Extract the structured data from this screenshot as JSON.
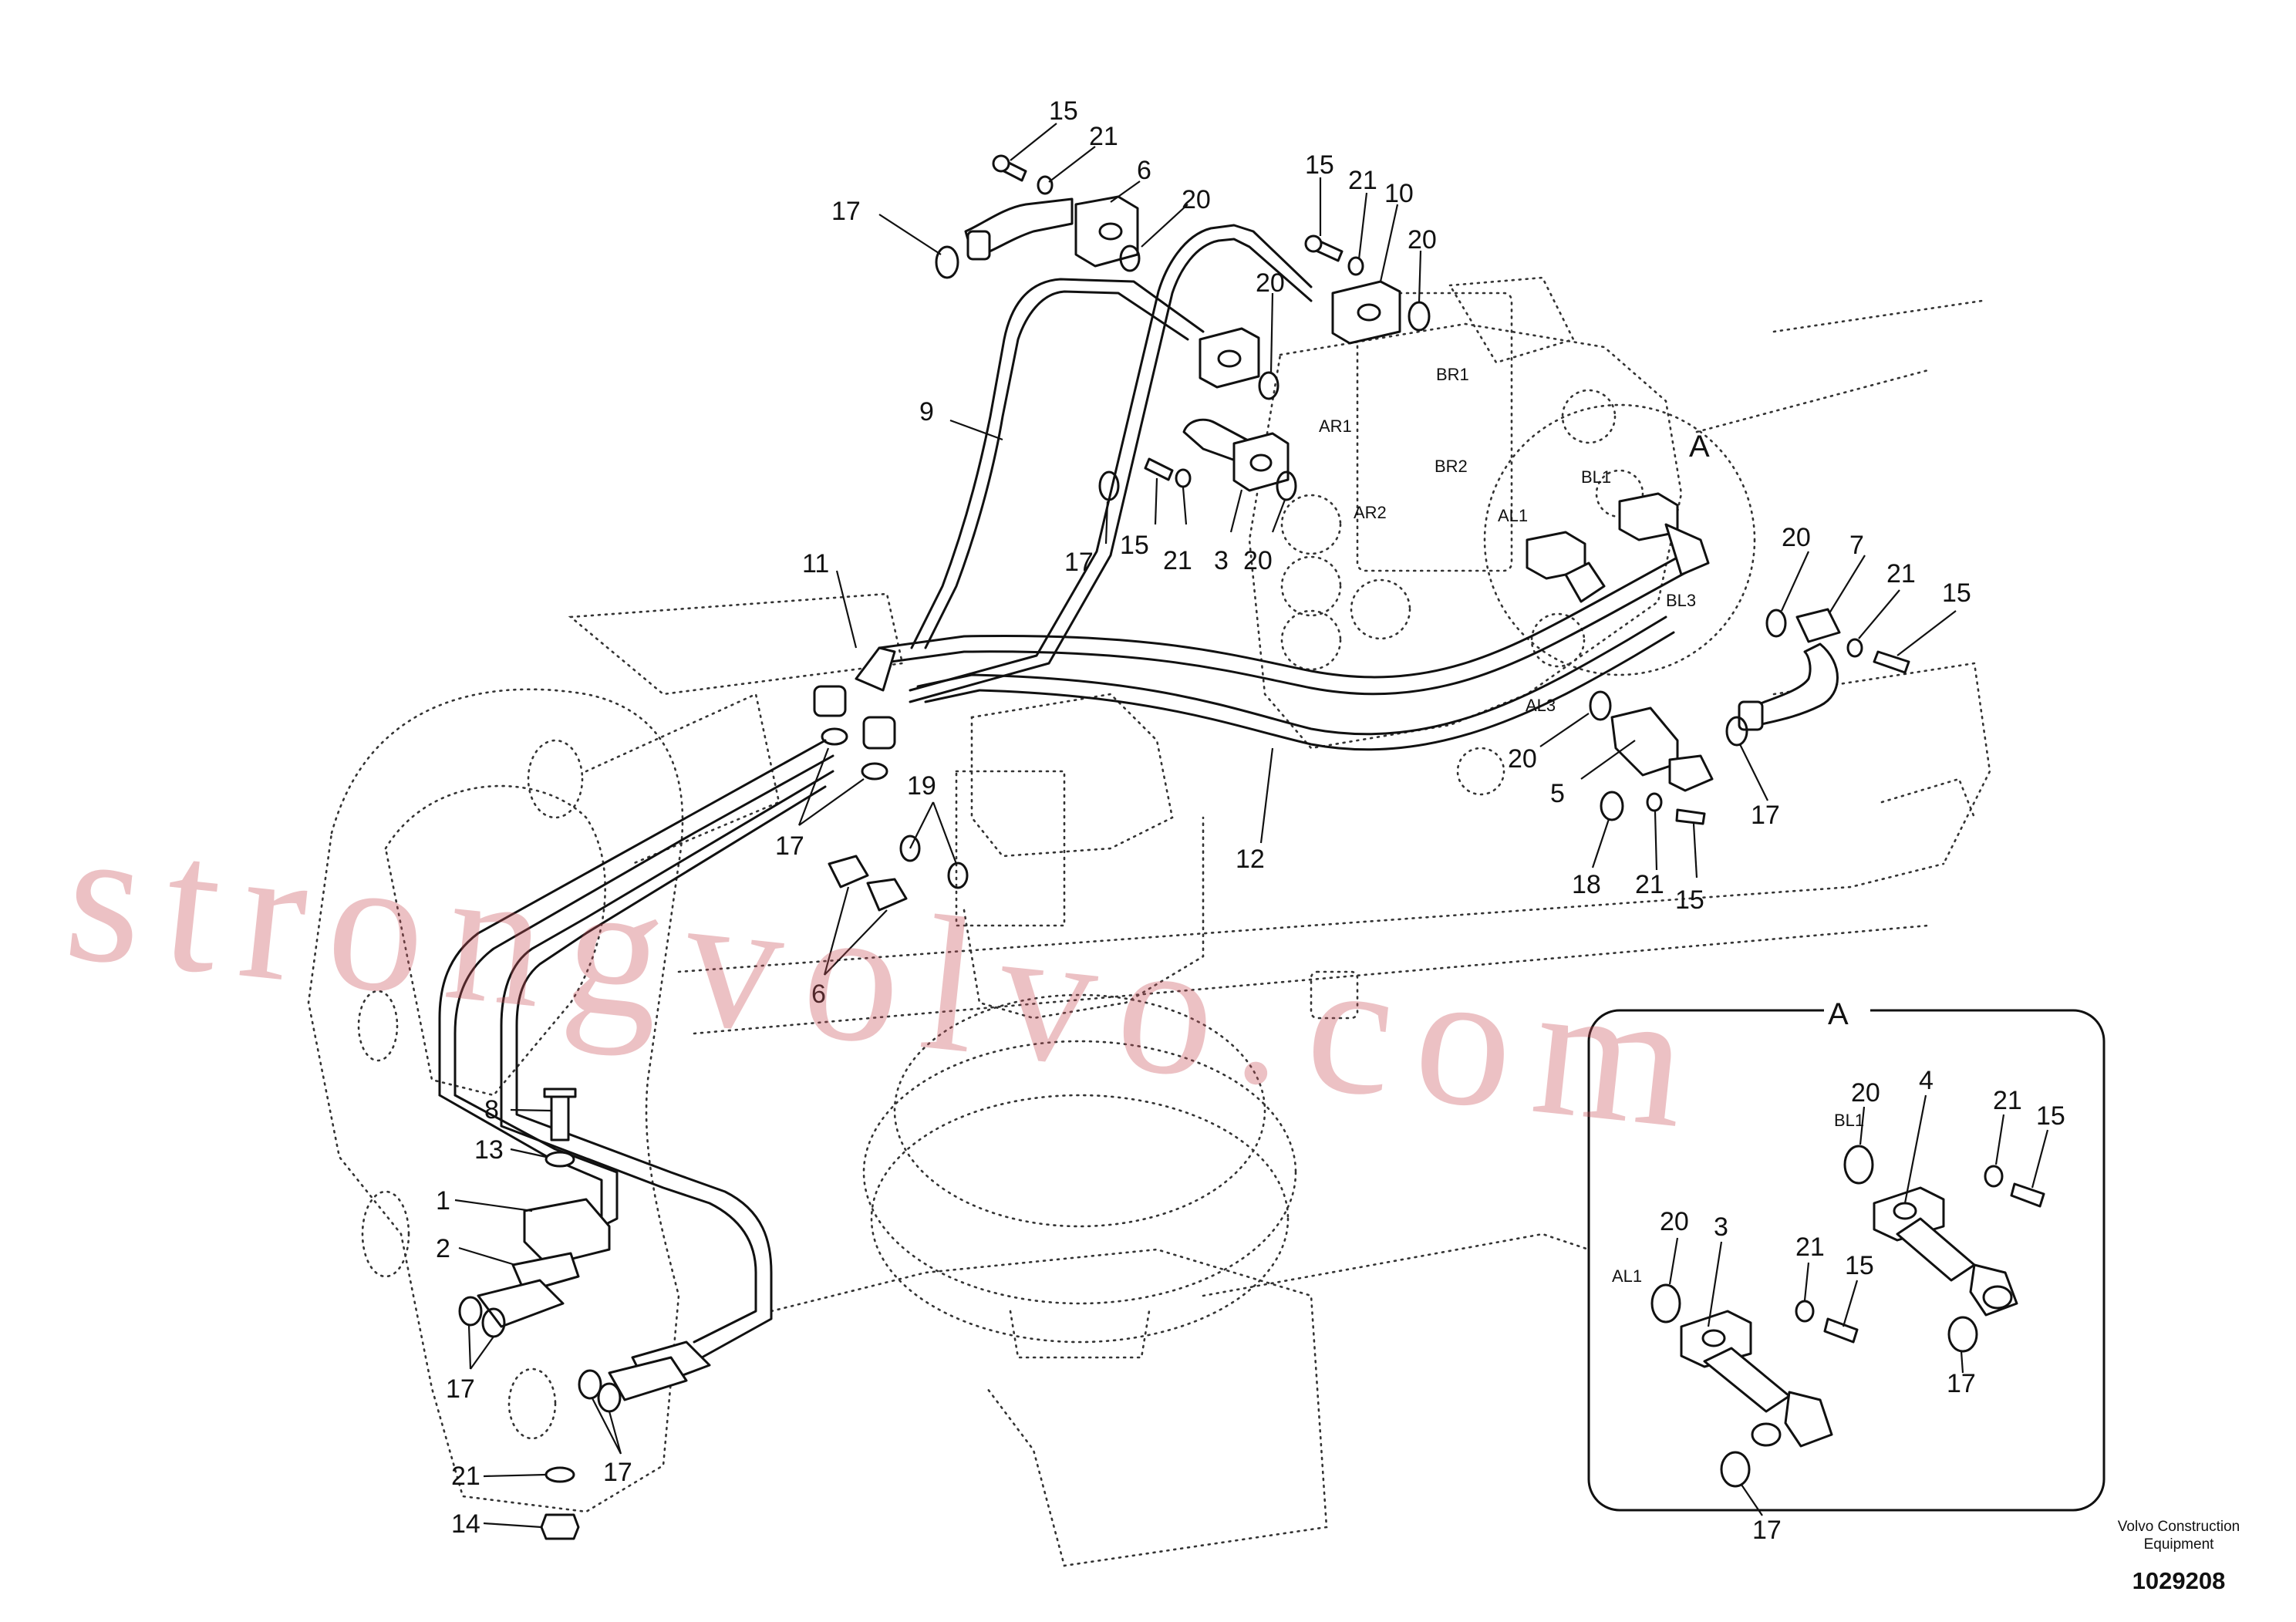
{
  "callouts": [
    {
      "id": "c1",
      "label": "15"
    },
    {
      "id": "c2",
      "label": "21"
    },
    {
      "id": "c3",
      "label": "6"
    },
    {
      "id": "c4",
      "label": "17"
    },
    {
      "id": "c5",
      "label": "20"
    },
    {
      "id": "c6",
      "label": "15"
    },
    {
      "id": "c7",
      "label": "21"
    },
    {
      "id": "c8",
      "label": "10"
    },
    {
      "id": "c9",
      "label": "20"
    },
    {
      "id": "c10",
      "label": "20"
    },
    {
      "id": "c11",
      "label": "9"
    },
    {
      "id": "c12",
      "label": "17"
    },
    {
      "id": "c13",
      "label": "15"
    },
    {
      "id": "c14",
      "label": "21"
    },
    {
      "id": "c15",
      "label": "3"
    },
    {
      "id": "c16",
      "label": "20"
    },
    {
      "id": "c17",
      "label": "11"
    },
    {
      "id": "c18",
      "label": "20"
    },
    {
      "id": "c19",
      "label": "7"
    },
    {
      "id": "c20",
      "label": "21"
    },
    {
      "id": "c21",
      "label": "15"
    },
    {
      "id": "c22",
      "label": "20"
    },
    {
      "id": "c23",
      "label": "5"
    },
    {
      "id": "c24",
      "label": "17"
    },
    {
      "id": "c25",
      "label": "12"
    },
    {
      "id": "c26",
      "label": "18"
    },
    {
      "id": "c27",
      "label": "21"
    },
    {
      "id": "c28",
      "label": "15"
    },
    {
      "id": "c29",
      "label": "19"
    },
    {
      "id": "c30",
      "label": "17"
    },
    {
      "id": "c31",
      "label": "6"
    },
    {
      "id": "c32",
      "label": "8"
    },
    {
      "id": "c33",
      "label": "13"
    },
    {
      "id": "c34",
      "label": "1"
    },
    {
      "id": "c35",
      "label": "2"
    },
    {
      "id": "c36",
      "label": "17"
    },
    {
      "id": "c37",
      "label": "17"
    },
    {
      "id": "c38",
      "label": "21"
    },
    {
      "id": "c39",
      "label": "14"
    },
    {
      "id": "c40",
      "label": "20"
    },
    {
      "id": "c41",
      "label": "4"
    },
    {
      "id": "c42",
      "label": "21"
    },
    {
      "id": "c43",
      "label": "15"
    },
    {
      "id": "c44",
      "label": "20"
    },
    {
      "id": "c45",
      "label": "3"
    },
    {
      "id": "c46",
      "label": "21"
    },
    {
      "id": "c47",
      "label": "15"
    },
    {
      "id": "c48",
      "label": "17"
    },
    {
      "id": "c49",
      "label": "17"
    }
  ],
  "port_labels": {
    "br1": "BR1",
    "br2": "BR2",
    "ar1": "AR1",
    "ar2": "AR2",
    "bl1": "BL1",
    "al1": "AL1",
    "bl3": "BL3",
    "al3": "AL3",
    "detail_bl1": "BL1",
    "detail_al1": "AL1"
  },
  "detail": {
    "view_label": "A",
    "title": "A"
  },
  "watermark": "strongvolvo.com",
  "footer": {
    "brand_line1": "Volvo Construction",
    "brand_line2": "Equipment",
    "doc_number": "1029208"
  }
}
